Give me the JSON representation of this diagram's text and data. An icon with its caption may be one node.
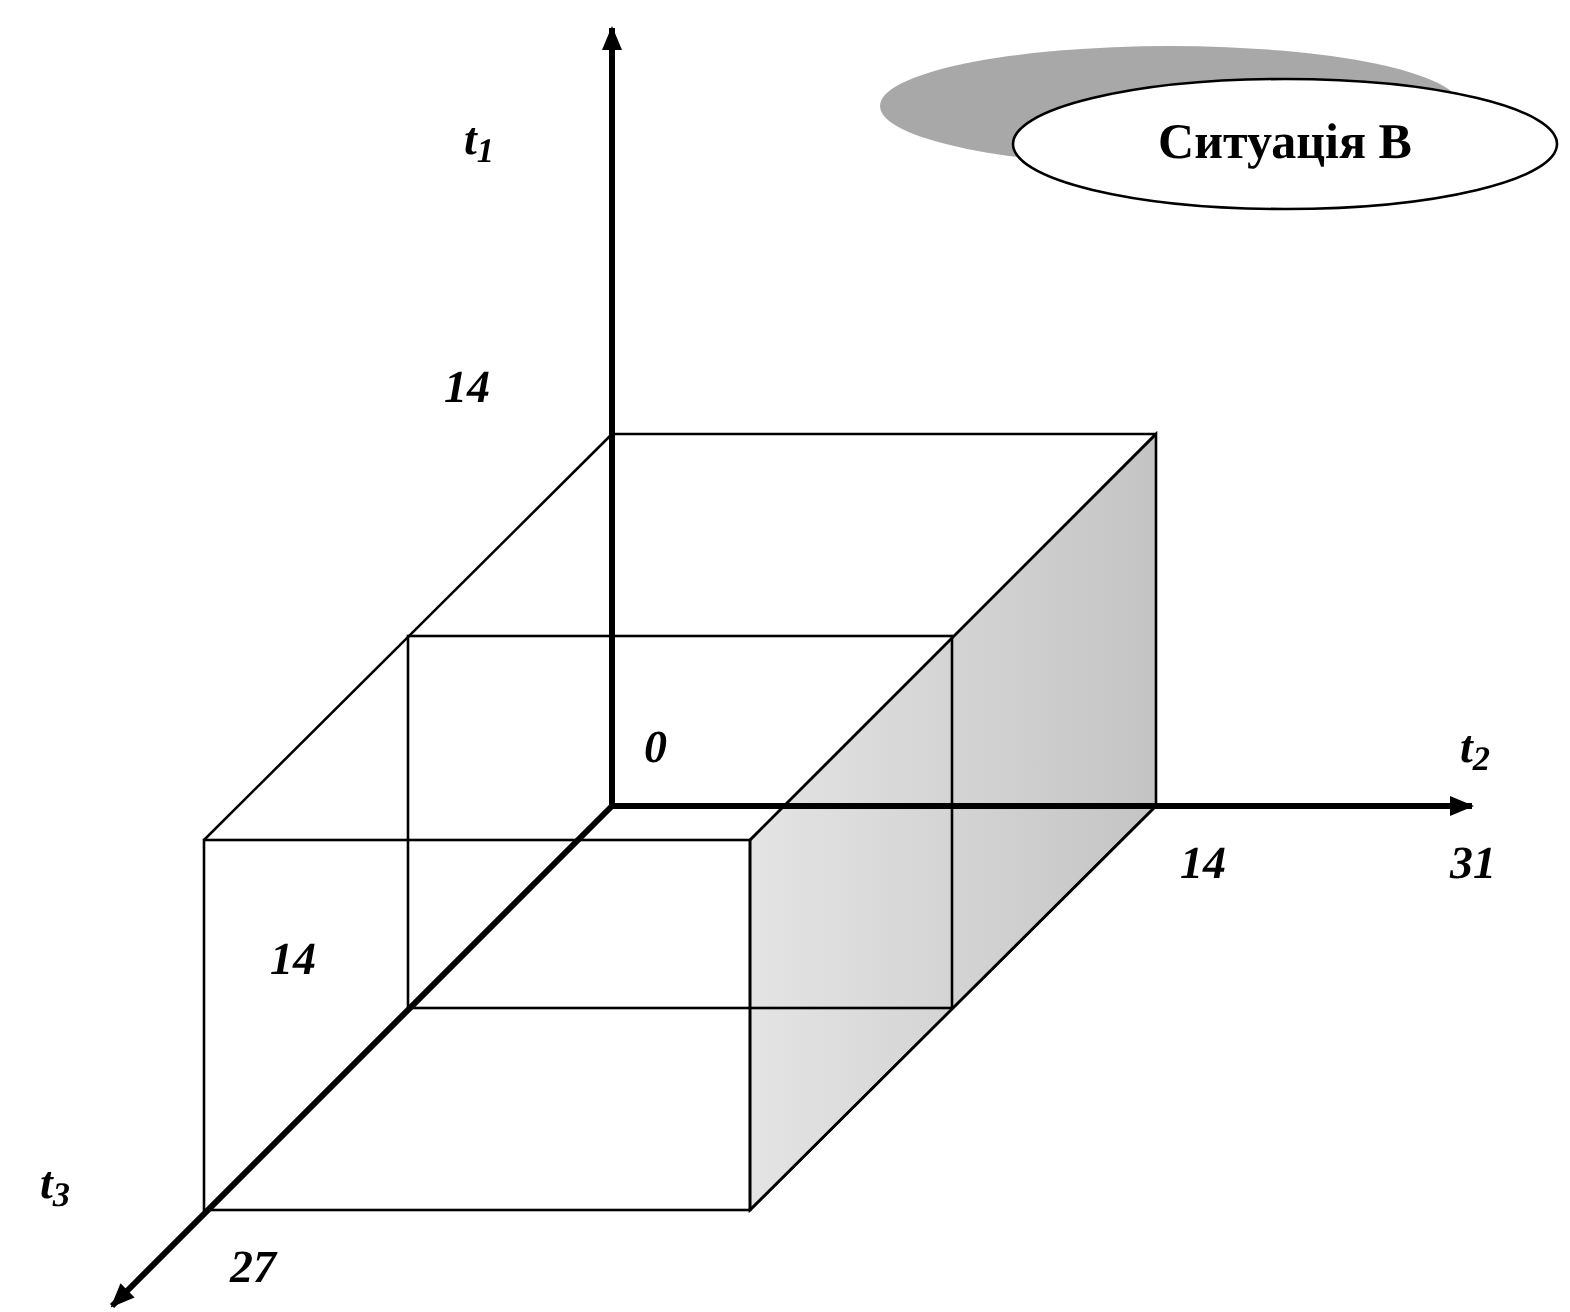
{
  "diagram": {
    "nodes": [
      {
        "text": [
          "Ситуація В"
        ]
      }
    ],
    "labels": [
      "t$_{1}$",
      "14",
      "t$_{2}$",
      "0",
      "14",
      "31",
      "14",
      "t$_{3}$",
      "27"
    ]
  }
}
